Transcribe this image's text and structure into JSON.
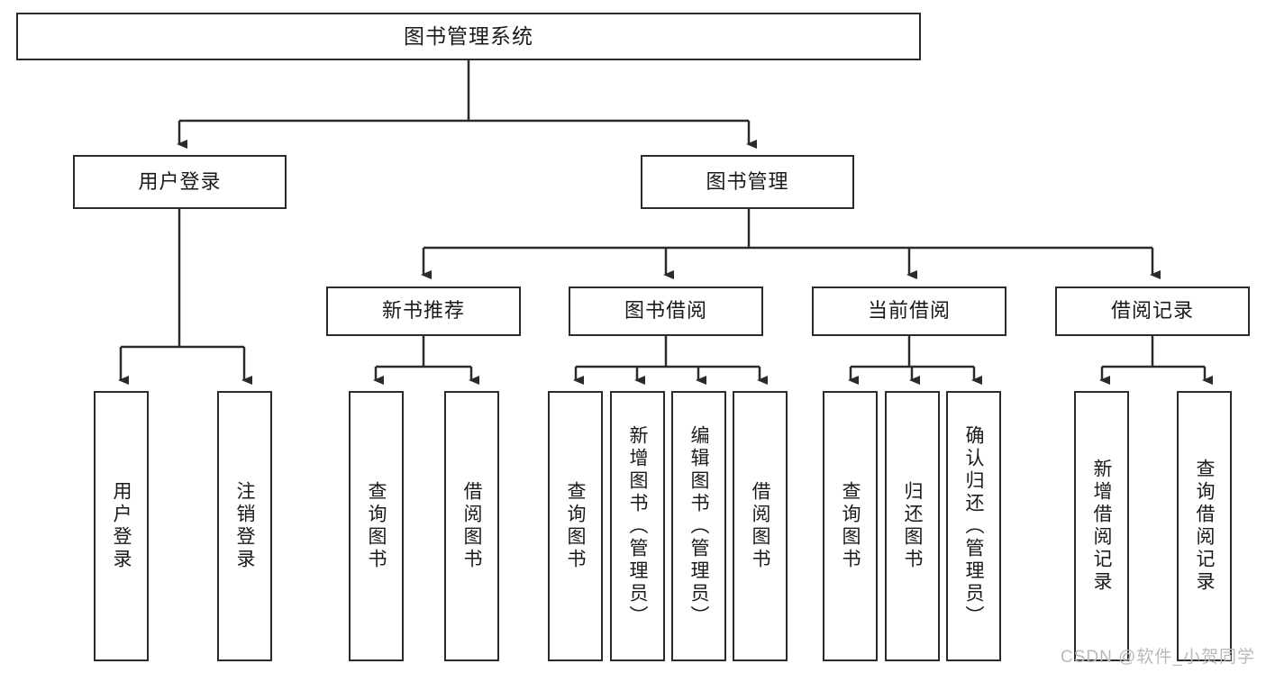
{
  "diagram": {
    "type": "tree",
    "title": "图书管理系统",
    "orientation": "top-down",
    "colors": {
      "node_border": "#2b2b2b",
      "node_fill": "#ffffff",
      "edge": "#2b2b2b",
      "text": "#1a1a1a",
      "watermark": "#b9b9b9",
      "background": "#ffffff"
    }
  },
  "watermark": {
    "text": "CSDN @软件_小贺同学"
  },
  "nodes": {
    "root": {
      "label": "图书管理系统"
    },
    "level2": [
      {
        "label": "用户登录"
      },
      {
        "label": "图书管理"
      }
    ],
    "level3": [
      {
        "label": "新书推荐"
      },
      {
        "label": "图书借阅"
      },
      {
        "label": "当前借阅"
      },
      {
        "label": "借阅记录"
      }
    ],
    "leaves": {
      "user_login": [
        {
          "label": "用户登录"
        },
        {
          "label": "注销登录"
        }
      ],
      "new_book_recommend": [
        {
          "label": "查询图书"
        },
        {
          "label": "借阅图书"
        }
      ],
      "book_borrow": [
        {
          "label": "查询图书"
        },
        {
          "label": "新增图书（管理员）"
        },
        {
          "label": "编辑图书（管理员）"
        },
        {
          "label": "借阅图书"
        }
      ],
      "current_borrow": [
        {
          "label": "查询图书"
        },
        {
          "label": "归还图书"
        },
        {
          "label": "确认归还（管理员）"
        }
      ],
      "borrow_record": [
        {
          "label": "新增借阅记录"
        },
        {
          "label": "查询借阅记录"
        }
      ]
    }
  }
}
